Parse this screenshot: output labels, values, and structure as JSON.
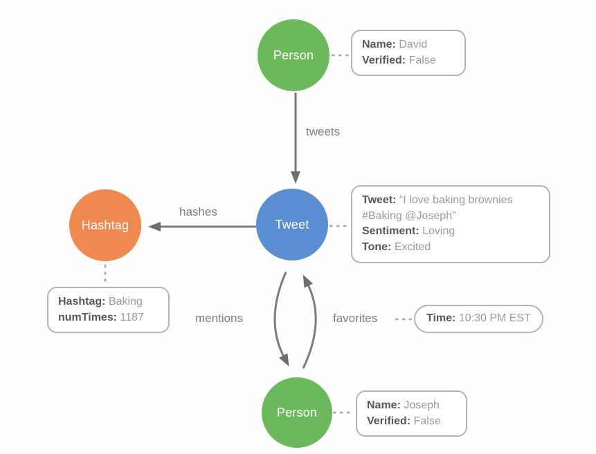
{
  "diagram_title": "tweet-graph-data-model",
  "colors": {
    "person_node": "#6CB85C",
    "tweet_node": "#5B8ED1",
    "hashtag_node": "#F08950",
    "edge_stroke": "#7b7b7b",
    "arrowhead": "#6e6e6e",
    "box_border": "#b3b3b3",
    "key_text": "#585858",
    "value_text": "#9a9a9a",
    "label_text": "#7d7d7d"
  },
  "nodes": {
    "person_top": {
      "label": "Person"
    },
    "tweet": {
      "label": "Tweet"
    },
    "hashtag": {
      "label": "Hashtag"
    },
    "person_bottom": {
      "label": "Person"
    }
  },
  "edges": {
    "tweets": {
      "label": "tweets",
      "from": "person_top",
      "to": "tweet"
    },
    "hashes": {
      "label": "hashes",
      "from": "tweet",
      "to": "hashtag"
    },
    "mentions": {
      "label": "mentions",
      "from": "tweet",
      "to": "person_bottom"
    },
    "favorites": {
      "label": "favorites",
      "from": "person_bottom",
      "to": "tweet"
    }
  },
  "boxes": {
    "david": {
      "lines": [
        {
          "key": "Name:",
          "value": "David"
        },
        {
          "key": "Verified:",
          "value": "False"
        }
      ]
    },
    "tweet": {
      "lines": [
        {
          "key": "Tweet:",
          "value": "“I love baking brownies #Baking @Joseph”"
        },
        {
          "key": "Sentiment:",
          "value": "Loving"
        },
        {
          "key": "Tone:",
          "value": "Excited"
        }
      ]
    },
    "hashtag": {
      "lines": [
        {
          "key": "Hashtag:",
          "value": "Baking"
        },
        {
          "key": "numTimes:",
          "value": "1187"
        }
      ]
    },
    "time": {
      "lines": [
        {
          "key": "Time:",
          "value": "10:30 PM EST"
        }
      ]
    },
    "joseph": {
      "lines": [
        {
          "key": "Name:",
          "value": "Joseph"
        },
        {
          "key": "Verified:",
          "value": "False"
        }
      ]
    }
  }
}
